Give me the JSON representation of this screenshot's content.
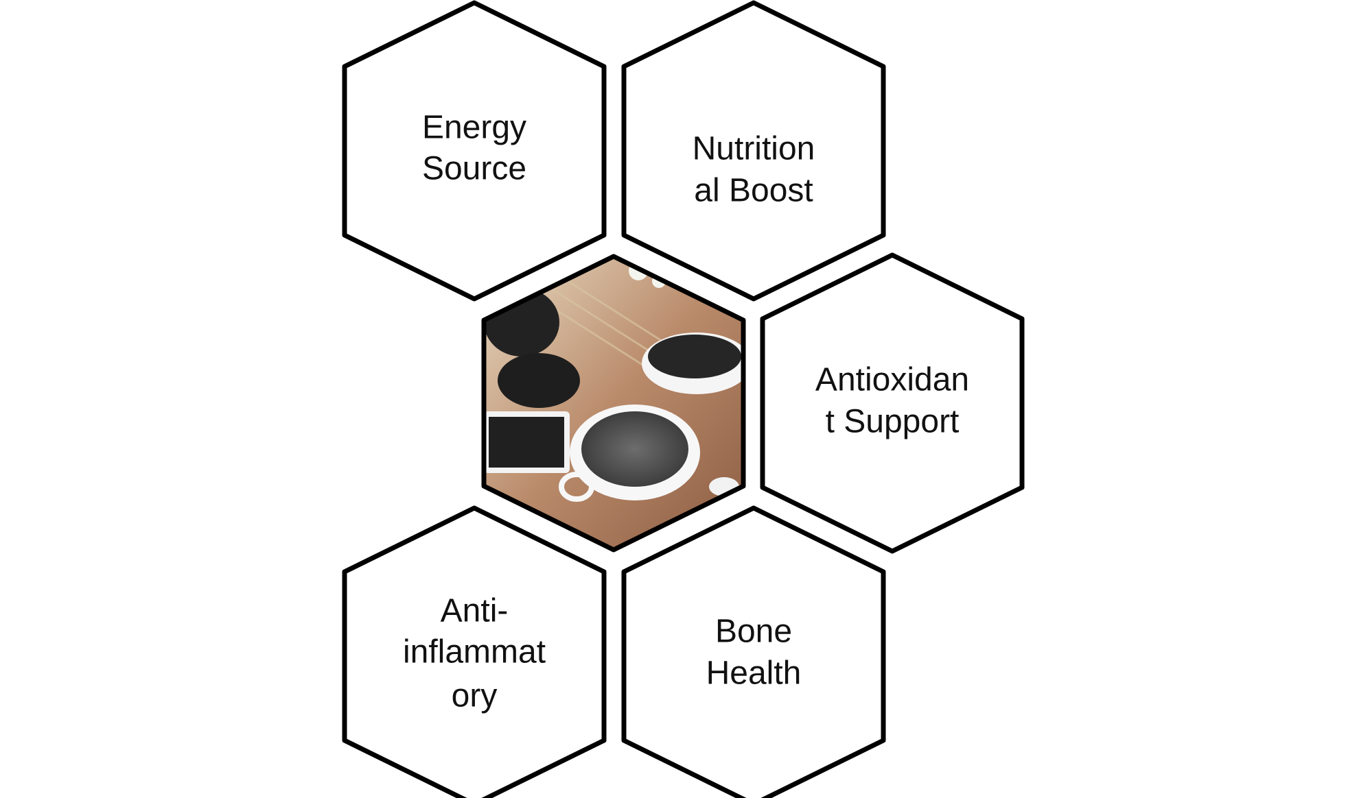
{
  "diagram": {
    "center_image": {
      "icon": "black-sesame-photo"
    },
    "benefits": [
      {
        "id": "energy",
        "lines": [
          "Energy",
          "Source"
        ]
      },
      {
        "id": "nutrition",
        "lines": [
          "Nutrition",
          "al Boost"
        ]
      },
      {
        "id": "antioxidant",
        "lines": [
          "Antioxidan",
          "t Support"
        ]
      },
      {
        "id": "anti-inflammatory",
        "lines": [
          "Anti-",
          "inflammat",
          "ory"
        ]
      },
      {
        "id": "bone",
        "lines": [
          "Bone",
          "Health"
        ]
      }
    ]
  }
}
